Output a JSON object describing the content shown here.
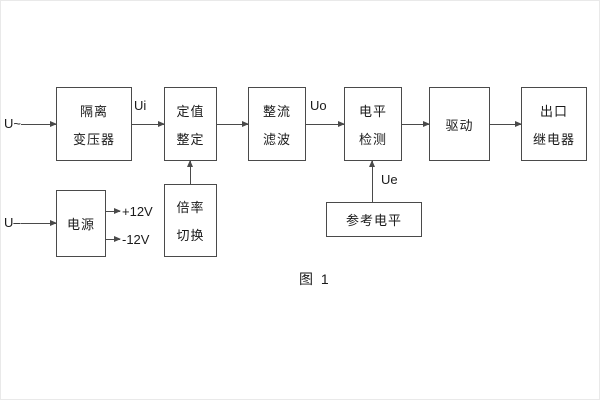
{
  "figure": {
    "caption": "图 1"
  },
  "signals": {
    "u_ac": "U~",
    "u_dc": "U–",
    "ui": "Ui",
    "uo": "Uo",
    "ue": "Ue",
    "plus_12v": "+12V",
    "minus_12v": "-12V"
  },
  "blocks": {
    "isolation_transformer": {
      "lines": [
        "隔离",
        "变压器"
      ]
    },
    "setting_adjust": {
      "lines": [
        "定值",
        "整定"
      ]
    },
    "rectify_filter": {
      "lines": [
        "整流",
        "滤波"
      ]
    },
    "level_detect": {
      "lines": [
        "电平",
        "检测"
      ]
    },
    "drive": {
      "lines": [
        "驱动"
      ]
    },
    "output_relay": {
      "lines": [
        "出口",
        "继电器"
      ]
    },
    "power_supply": {
      "lines": [
        "电源"
      ]
    },
    "ratio_switch": {
      "lines": [
        "倍率",
        "切换"
      ]
    },
    "reference_level": {
      "lines": [
        "参考电平"
      ]
    }
  }
}
